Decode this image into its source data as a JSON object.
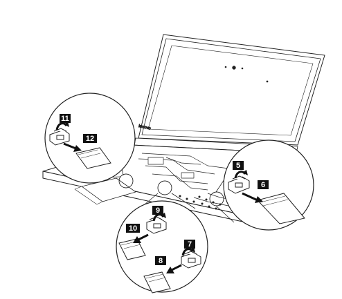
{
  "diagram": {
    "steps": [
      {
        "key": "s5",
        "label": "5"
      },
      {
        "key": "s6",
        "label": "6"
      },
      {
        "key": "s7",
        "label": "7"
      },
      {
        "key": "s8",
        "label": "8"
      },
      {
        "key": "s9",
        "label": "9"
      },
      {
        "key": "s10",
        "label": "10"
      },
      {
        "key": "s11",
        "label": "11"
      },
      {
        "key": "s12",
        "label": "12"
      }
    ],
    "lid_brand": "lenovo",
    "colors": {
      "line": "#222222",
      "label_bg": "#111111",
      "label_fg": "#ffffff",
      "background": "#ffffff"
    }
  }
}
